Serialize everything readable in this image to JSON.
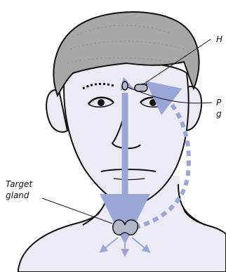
{
  "labels": {
    "top_right": "H",
    "middle_right_line1": "P",
    "middle_right_line2": "g",
    "target_line1": "Target",
    "target_line2": "gland"
  },
  "colors": {
    "skin": "#ecebf5",
    "hair": "#a7a7a7",
    "outline": "#111111",
    "gland": "#b4b7c7",
    "arrow": "#9aa7d6"
  }
}
